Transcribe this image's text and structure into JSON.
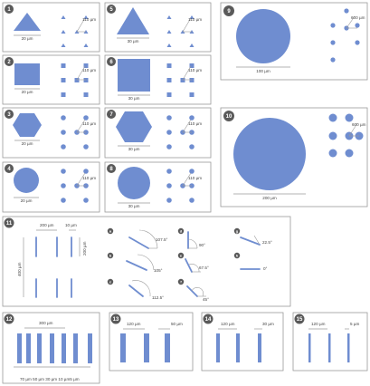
{
  "panels": [
    {
      "n": "1",
      "dim": "20 µm",
      "spacing": "110 µm"
    },
    {
      "n": "2",
      "dim": "20 µm",
      "spacing": "110 µm"
    },
    {
      "n": "3",
      "dim": "20 µm",
      "spacing": "110 µm"
    },
    {
      "n": "4",
      "dim": "20 µm",
      "spacing": "110 µm"
    },
    {
      "n": "5",
      "dim": "30 µm",
      "spacing": "110 µm"
    },
    {
      "n": "6",
      "dim": "30 µm",
      "spacing": "110 µm"
    },
    {
      "n": "7",
      "dim": "30 µm",
      "spacing": "110 µm"
    },
    {
      "n": "8",
      "dim": "30 µm",
      "spacing": "110 µm"
    },
    {
      "n": "9",
      "dim": "100 µm",
      "spacing": "600 µm"
    },
    {
      "n": "10",
      "dim": "200 µm",
      "spacing": "600 µm"
    }
  ],
  "panel11": {
    "n": "11",
    "width": "200 µm",
    "gap": "10 µm",
    "height": "200 µm",
    "total": "400 µm",
    "angles": [
      {
        "k": "a",
        "v": "107.5°"
      },
      {
        "k": "b",
        "v": "105°"
      },
      {
        "k": "c",
        "v": "112.5°"
      },
      {
        "k": "d",
        "v": "90°"
      },
      {
        "k": "e",
        "v": "67.5°"
      },
      {
        "k": "f",
        "v": "45°"
      },
      {
        "k": "g",
        "v": "22.5°"
      },
      {
        "k": "h",
        "v": "0°"
      }
    ]
  },
  "panel12": {
    "n": "12",
    "width": "300 µm",
    "spacings": "70 µm 50 µm 30 µm 10 µm5 µm"
  },
  "panel13": {
    "n": "13",
    "width": "120 µm",
    "spacing": "50 µm"
  },
  "panel14": {
    "n": "14",
    "width": "120 µm",
    "spacing": "30 µm"
  },
  "panel15": {
    "n": "15",
    "width": "120 µm",
    "spacing": "5 µm"
  }
}
